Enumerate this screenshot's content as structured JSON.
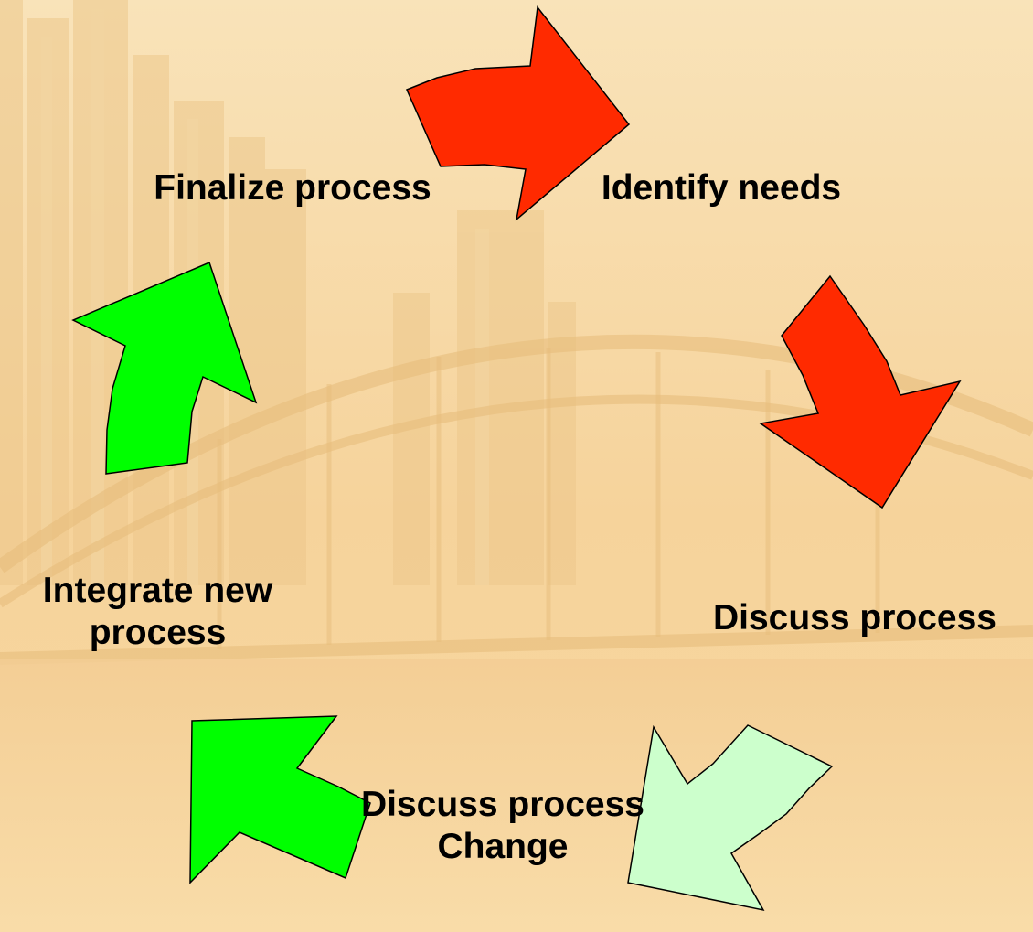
{
  "diagram": {
    "stages": [
      {
        "id": "identify",
        "lines": [
          "Identify needs"
        ]
      },
      {
        "id": "discuss",
        "lines": [
          "Discuss process"
        ]
      },
      {
        "id": "change",
        "lines": [
          "Discuss process",
          "Change"
        ]
      },
      {
        "id": "integrate",
        "lines": [
          "Integrate new",
          "process"
        ]
      },
      {
        "id": "finalize",
        "lines": [
          "Finalize process"
        ]
      }
    ],
    "arrows": [
      {
        "id": "finalize-to-identify",
        "state": "active",
        "color": "#FF2A00"
      },
      {
        "id": "identify-to-discuss",
        "state": "active",
        "color": "#FF2A00"
      },
      {
        "id": "discuss-to-change",
        "state": "pending",
        "color": "#CCFFCC"
      },
      {
        "id": "change-to-integrate",
        "state": "complete",
        "color": "#00FF00"
      },
      {
        "id": "integrate-to-finalize",
        "state": "complete",
        "color": "#00FF00"
      }
    ],
    "background_tint": "#F8DCA8"
  }
}
